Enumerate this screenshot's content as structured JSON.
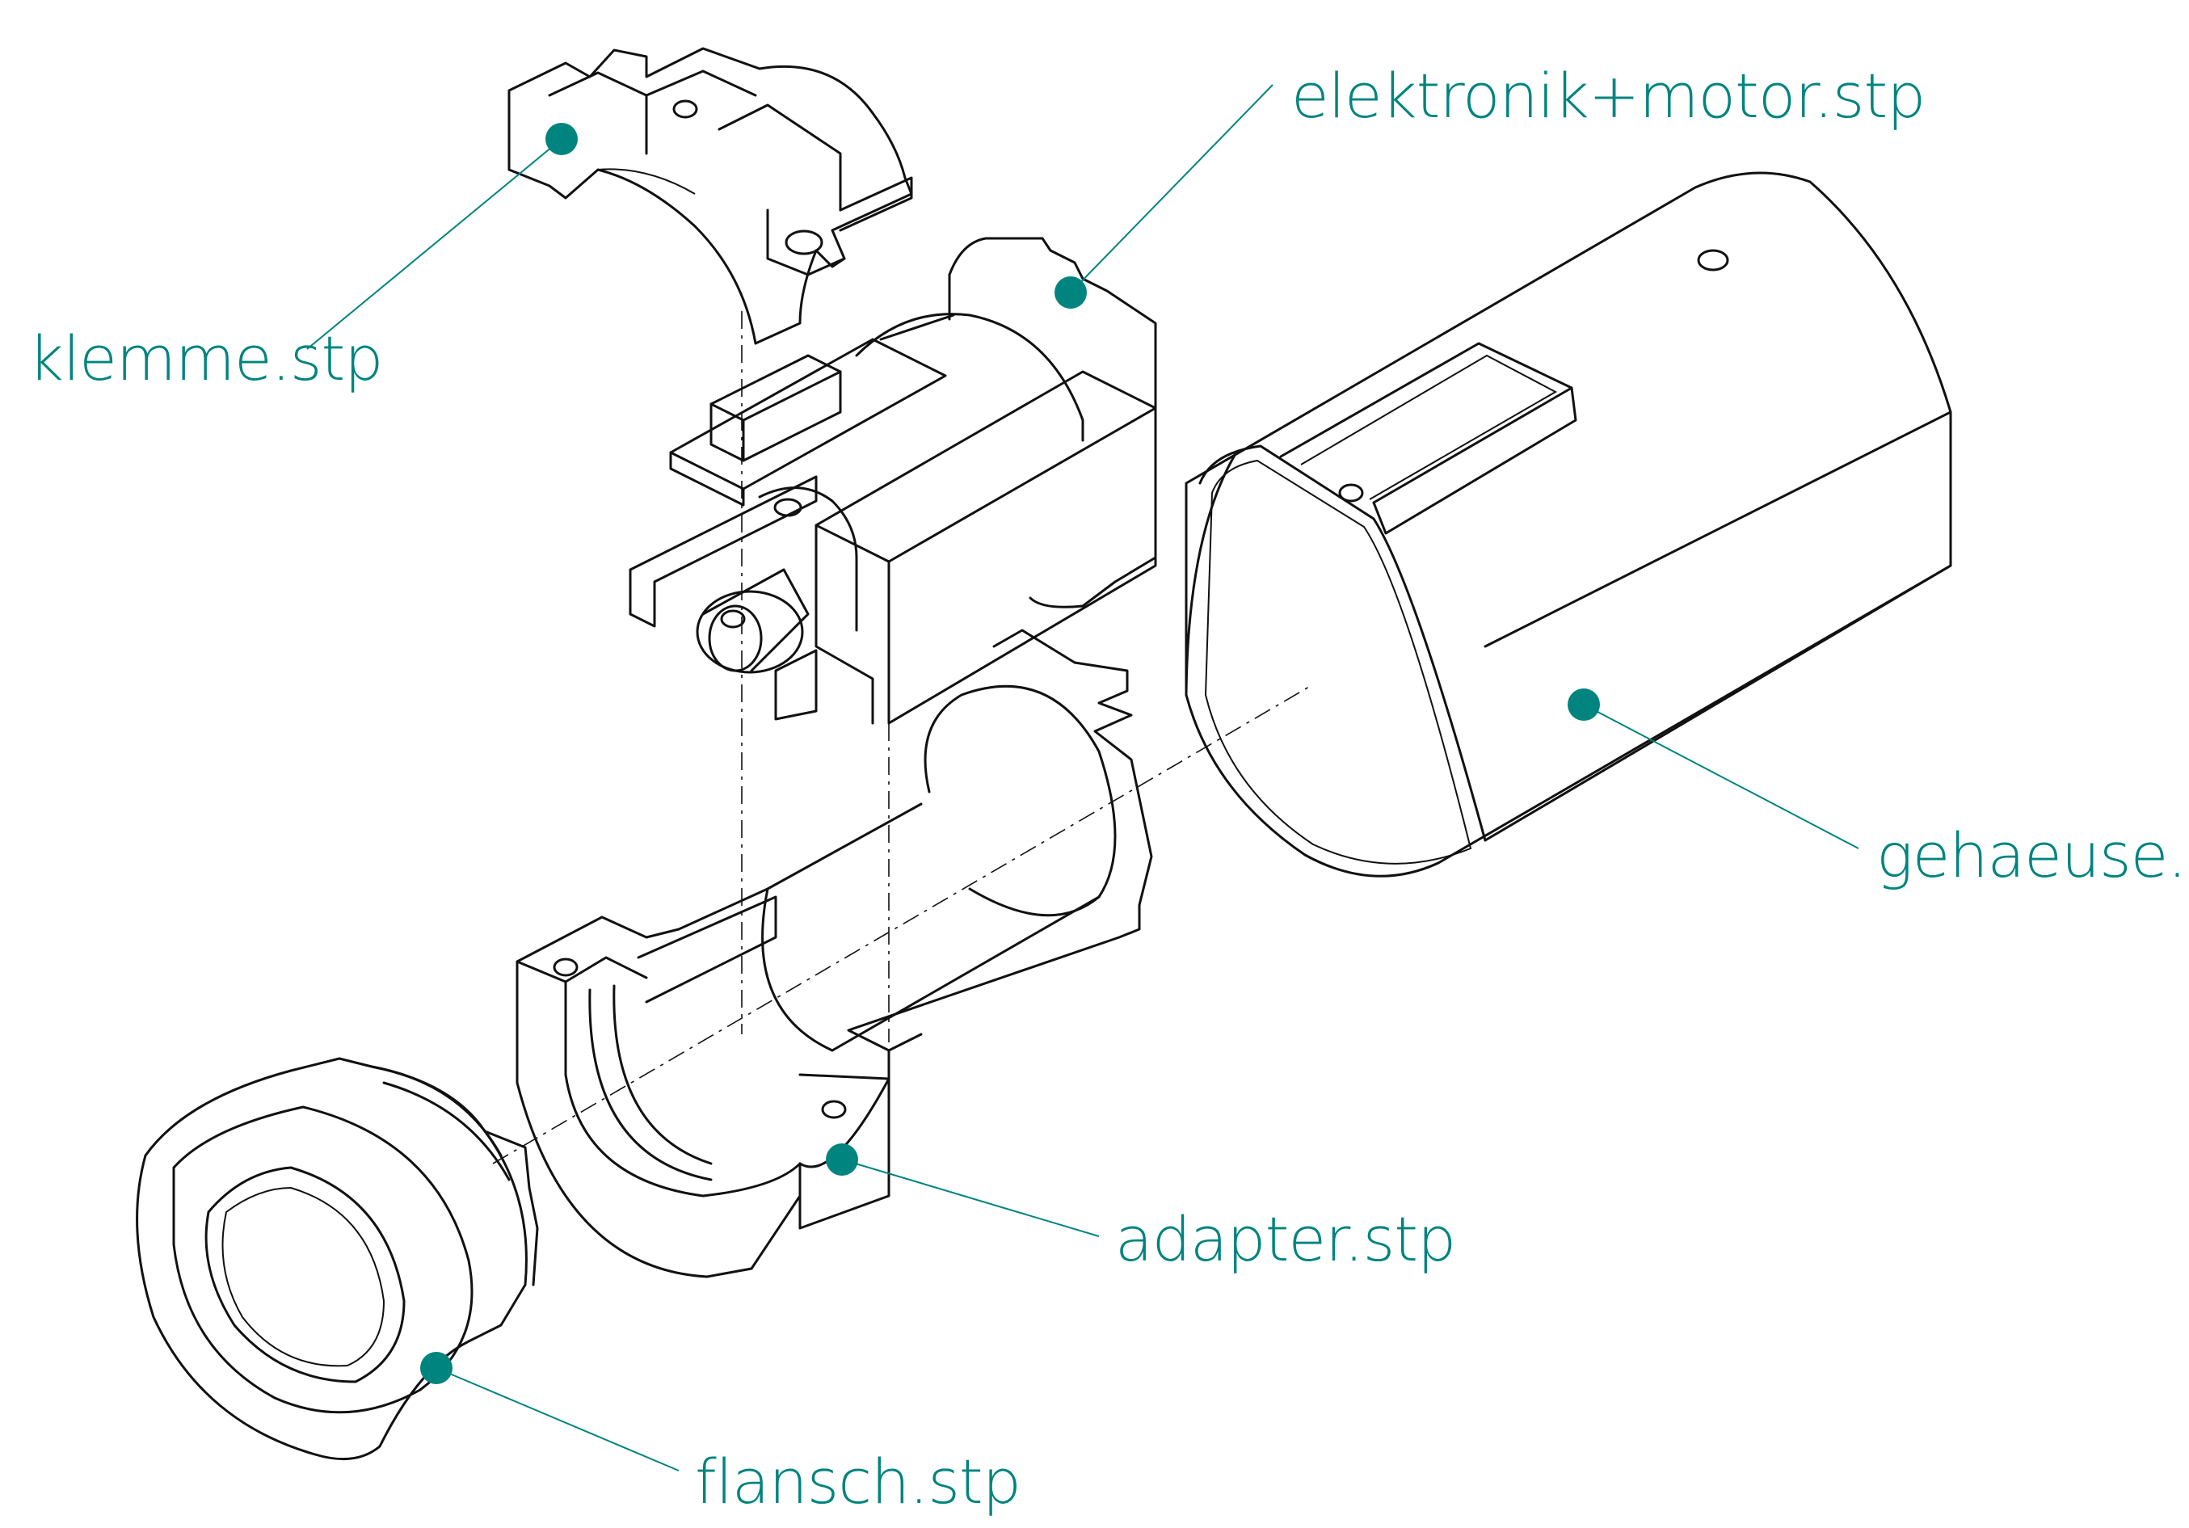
{
  "accent_color": "#00847f",
  "line_color": "#111111",
  "labels": {
    "klemme": "klemme.stp",
    "elektronik": "elektronik+motor.stp",
    "gehaeuse": "gehaeuse.stp",
    "adapter": "adapter.stp",
    "flansch": "flansch.stp"
  }
}
